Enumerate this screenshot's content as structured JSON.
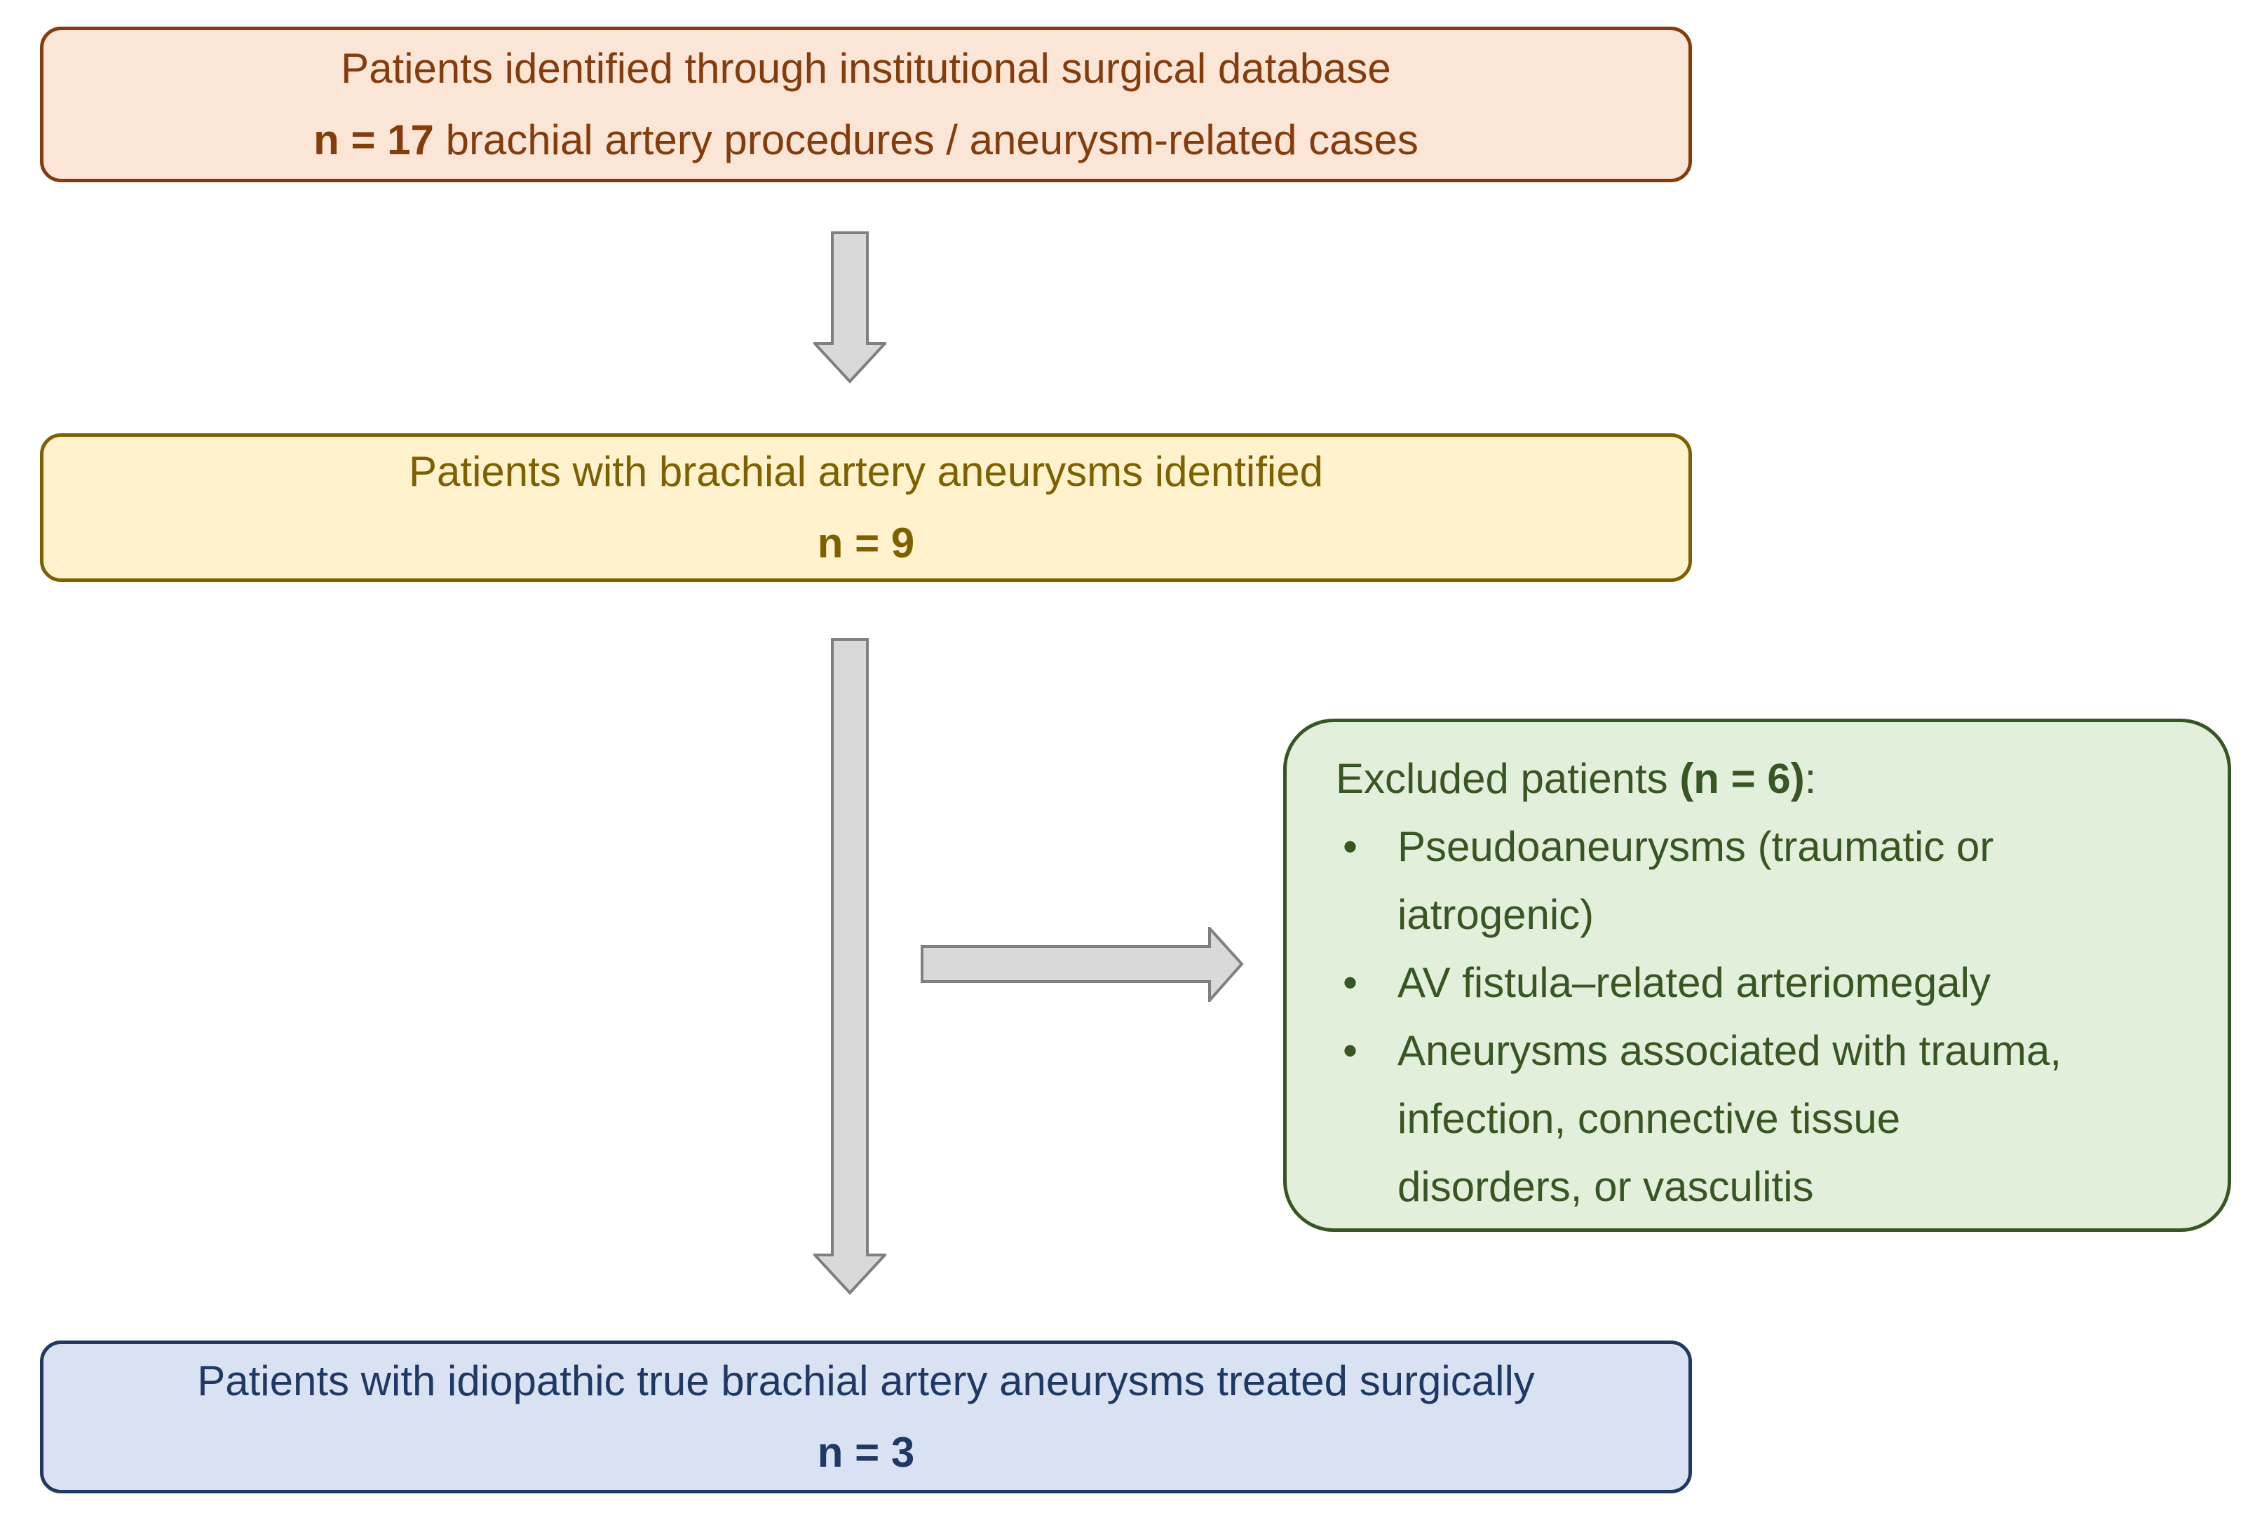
{
  "figure": {
    "title_semantic": "Patient selection flow diagram",
    "background_color": "#ffffff",
    "arrow_fill": "#D9D9D9",
    "arrow_stroke": "#7F7F7F",
    "bullet_char": "•",
    "boxes": {
      "source": {
        "line1": "Patients identified through institutional surgical database",
        "n_value": "n = 17",
        "line2_rest": " brachial artery procedures / aneurysm-related cases",
        "fill": "#FBE5D6",
        "border_color": "#843C0C",
        "text_color": "#843C0C"
      },
      "identified": {
        "line1": "Patients with brachial artery aneurysms identified",
        "n_value": "n = 9",
        "fill": "#FFF2CC",
        "border_color": "#7F6000",
        "text_color": "#7F6000"
      },
      "excluded": {
        "title_prefix": "Excluded patients ",
        "title_n": "(n = 6)",
        "title_suffix": ":",
        "bullets": [
          {
            "lines": [
              "Pseudoaneurysms (traumatic or",
              "iatrogenic)"
            ]
          },
          {
            "lines": [
              "AV fistula–related arteriomegaly"
            ]
          },
          {
            "lines": [
              "Aneurysms associated with trauma,",
              "infection, connective tissue",
              "disorders, or vasculitis"
            ]
          }
        ],
        "fill": "#E2EFDA",
        "border_color": "#375623",
        "text_color": "#375623"
      },
      "final": {
        "line1": "Patients with idiopathic true brachial artery aneurysms treated surgically",
        "n_value": "n = 3",
        "fill": "#D9E2F2",
        "border_color": "#1F3864",
        "text_color": "#1F3864"
      }
    }
  }
}
